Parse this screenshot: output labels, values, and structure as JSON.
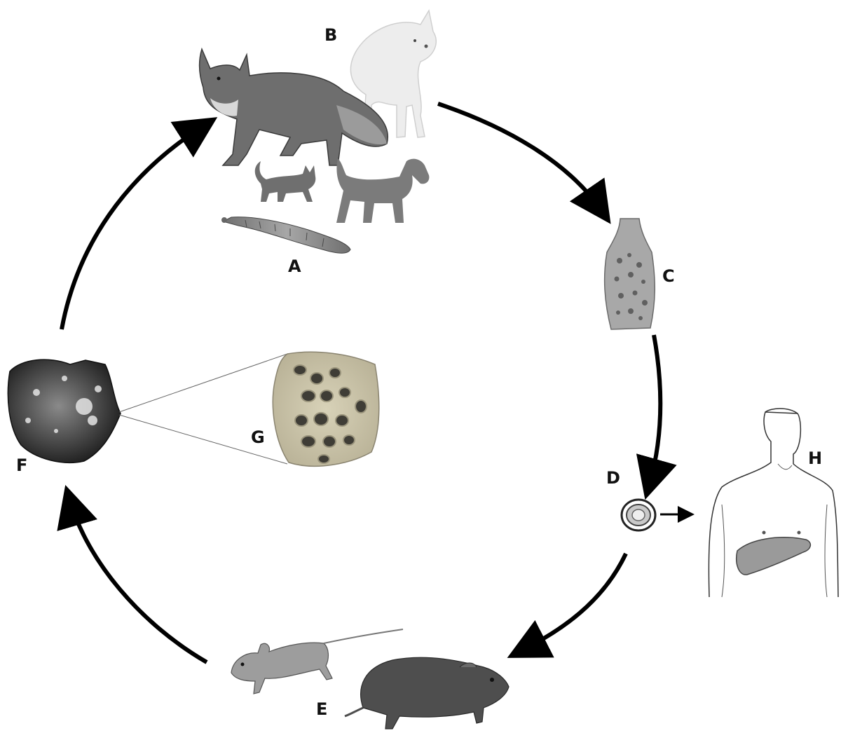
{
  "labels": {
    "a": "A",
    "b": "B",
    "c": "C",
    "d": "D",
    "e": "E",
    "f": "F",
    "g": "G",
    "h": "H"
  },
  "icons": {
    "tapeworm": "adult-tapeworm-icon",
    "red_fox": "red-fox-icon",
    "arctic_fox": "arctic-fox-icon",
    "cat": "cat-silhouette-icon",
    "dog": "dog-silhouette-icon",
    "gravid_segment": "gravid-proglottid-icon",
    "egg": "egg-icon",
    "human": "human-torso-liver-icon",
    "mouse": "mouse-icon",
    "vole": "vole-icon",
    "liver": "infected-liver-icon",
    "cyst": "cyst-section-icon"
  }
}
